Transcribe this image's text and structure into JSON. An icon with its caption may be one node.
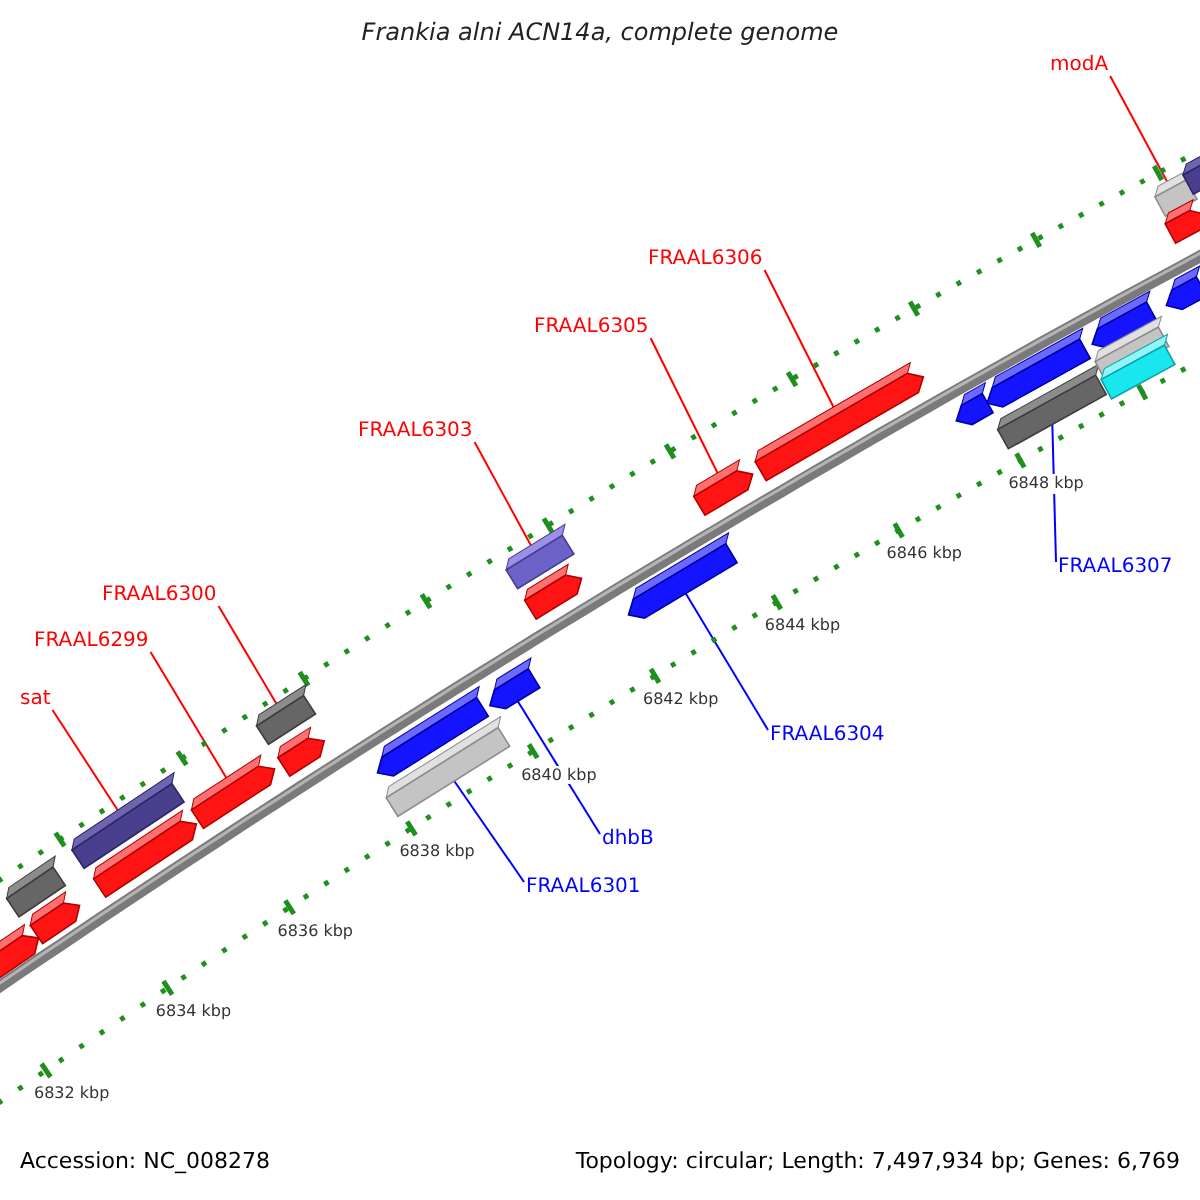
{
  "diagram": {
    "title": "Frankia alni ACN14a, complete genome",
    "nodes": [
      {
        "text": [
          "modA"
        ]
      },
      {
        "text": [
          "FRAAL6306"
        ]
      },
      {
        "text": [
          "FRAAL6305"
        ]
      },
      {
        "text": [
          "FRAAL6303"
        ]
      },
      {
        "text": [
          "FRAAL6300"
        ]
      },
      {
        "text": [
          "FRAAL6299"
        ]
      },
      {
        "text": [
          "sat"
        ]
      },
      {
        "text": [
          "FRAAL6307"
        ]
      },
      {
        "text": [
          "FRAAL6304"
        ]
      },
      {
        "text": [
          "dhbB"
        ]
      },
      {
        "text": [
          "FRAAL6301"
        ]
      },
      {
        "text": [],
        "shape": "arrow"
      },
      {
        "text": [],
        "shape": "bar"
      },
      {
        "text": [],
        "shape": "arrow"
      },
      {
        "text": [],
        "shape": "bar"
      },
      {
        "text": [],
        "shape": "arrow"
      },
      {
        "text": [],
        "shape": "arrow"
      },
      {
        "text": [],
        "shape": "bar"
      },
      {
        "text": [],
        "shape": "arrow"
      },
      {
        "text": [],
        "shape": "arrow"
      },
      {
        "text": [],
        "shape": "bar"
      },
      {
        "text": [],
        "shape": "arrow"
      },
      {
        "text": [],
        "shape": "bar"
      },
      {
        "text": [],
        "shape": "arrow"
      },
      {
        "text": [],
        "shape": "arrow"
      },
      {
        "text": [],
        "shape": "arrow"
      },
      {
        "text": [],
        "shape": "arrow"
      },
      {
        "text": [],
        "shape": "arrow"
      },
      {
        "text": [],
        "shape": "arrow"
      },
      {
        "text": [],
        "shape": "bar"
      },
      {
        "text": [],
        "shape": "arrow"
      },
      {
        "text": [],
        "shape": "bar"
      },
      {
        "text": [],
        "shape": "bar"
      },
      {
        "text": [],
        "shape": "bar"
      },
      {
        "text": [],
        "shape": "arrow"
      },
      {
        "text": [],
        "shape": "arrow"
      },
      {
        "text": [],
        "shape": "bar"
      }
    ],
    "edges": [
      {
        "from": 0,
        "to": 33,
        "arrow": "none"
      },
      {
        "from": 1,
        "to": 26,
        "arrow": "none"
      },
      {
        "from": 2,
        "to": 25,
        "arrow": "none"
      },
      {
        "from": 3,
        "to": 22,
        "arrow": "none"
      },
      {
        "from": 4,
        "to": 17,
        "arrow": "none"
      },
      {
        "from": 5,
        "to": 16,
        "arrow": "none"
      },
      {
        "from": 6,
        "to": 14,
        "arrow": "none"
      },
      {
        "from": 7,
        "to": 29,
        "arrow": "none",
        "color": "#0000ff"
      },
      {
        "from": 8,
        "to": 24,
        "arrow": "none",
        "color": "#0000ff"
      },
      {
        "from": 9,
        "to": 21,
        "arrow": "none",
        "color": "#0000ff"
      },
      {
        "from": 10,
        "to": 20,
        "arrow": "none",
        "color": "#0000ff"
      }
    ],
    "labels": [
      "6848 kbp",
      "6846 kbp",
      "6844 kbp",
      "6842 kbp",
      "6840 kbp",
      "6838 kbp",
      "6836 kbp",
      "6834 kbp",
      "6832 kbp",
      "Accession: NC_008278",
      "Topology: circular; Length: 7,497,934 bp; Genes: 6,769"
    ]
  }
}
